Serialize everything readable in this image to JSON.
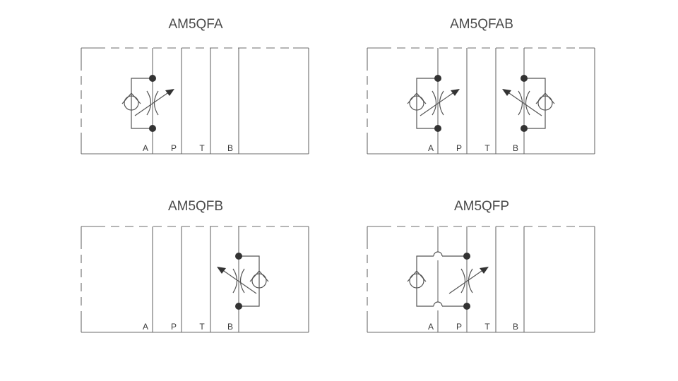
{
  "diagrams": [
    {
      "title": "AM5QFA",
      "ports": [
        "A",
        "P",
        "T",
        "B"
      ],
      "colors": {
        "line": "#6b6b6b",
        "junction": "#333333",
        "text": "#4a4a4a"
      }
    },
    {
      "title": "AM5QFAB",
      "ports": [
        "A",
        "P",
        "T",
        "B"
      ]
    },
    {
      "title": "AM5QFB",
      "ports": [
        "A",
        "P",
        "T",
        "B"
      ]
    },
    {
      "title": "AM5QFP",
      "ports": [
        "A",
        "P",
        "T",
        "B"
      ]
    }
  ]
}
